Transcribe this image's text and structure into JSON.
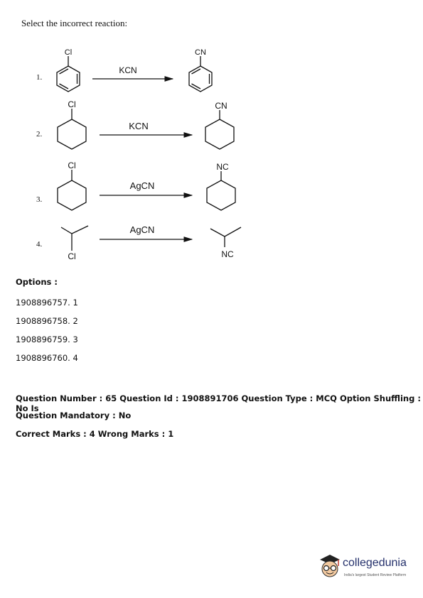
{
  "question": "Select the incorrect reaction:",
  "reactions": [
    {
      "number": "1.",
      "reactant_label": "Cl",
      "reagent": "KCN",
      "product_label": "CN"
    },
    {
      "number": "2.",
      "reactant_label": "Cl",
      "reagent": "KCN",
      "product_label": "CN"
    },
    {
      "number": "3.",
      "reactant_label": "Cl",
      "reagent": "AgCN",
      "product_label": "NC"
    },
    {
      "number": "4.",
      "reactant_label": "Cl",
      "reagent": "AgCN",
      "product_label": "NC"
    }
  ],
  "options_heading": "Options :",
  "options": [
    "1908896757. 1",
    "1908896758. 2",
    "1908896759. 3",
    "1908896760. 4"
  ],
  "meta": {
    "line1": "Question Number : 65 Question Id : 1908891706 Question Type : MCQ Option Shuffling : No Is",
    "line2": "Question Mandatory : No",
    "line3": "Correct Marks : 4 Wrong Marks : 1"
  },
  "logo": {
    "name": "collegedunia",
    "tagline": "India's largest Student Review Platform"
  }
}
